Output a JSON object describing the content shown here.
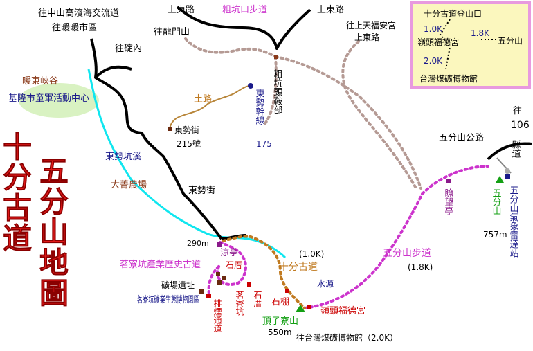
{
  "title": {
    "line1": "十分古道",
    "line2": "五分山地圖"
  },
  "colors": {
    "road": "#000000",
    "stream": "#10e6ef",
    "trail_pink": "#cc33cc",
    "trail_brown": "#c07a20",
    "trail_grey": "#b59a94",
    "park_green": "#d9f2c2",
    "title_red": "#e01818",
    "summit_green": "#14a014",
    "legend_bg": "#fbf7be",
    "legend_border": "#e89adf"
  },
  "labels": {
    "zhongshan_road": "往中山高濱海交流道",
    "nuannuan_district": "往暖暖市區",
    "shangdong_road_1": "上東路",
    "shangdong_road_2": "上東路",
    "zukeng_trail": "粗坑口步道",
    "longmen_mtn": "往龍門山",
    "dingnei": "往碇內",
    "tianfu_temple": "往上天福安宮",
    "tianfu_temple_road": "上東路",
    "nuandong_gorge": "暖東峽谷",
    "youth_center": "基隆市童軍活動中心",
    "zukeng_station": "粗坑頭鞍部",
    "tu_road": "土路",
    "dongshi_trunk": "東勢幹線",
    "dongshi_trunk_no": "175",
    "dongshi_st_215": "東勢街",
    "dongshi_st_215_no": "215號",
    "dongshi_creek": "東勢坑溪",
    "dajing_farm": "大菁農場",
    "dongshi_st": "東勢街",
    "wufen_road": "五分山公路",
    "county_road_prefix": "往",
    "county_road_no": "106",
    "county_road_suffix": "縣道",
    "lookout_pavilion": "瞭望亭",
    "wufen_mtn": "五分山",
    "wufen_mtn_elev": "757m",
    "weather_radar": "五分山氣象雷達站",
    "wufen_trail": "五分山步道",
    "wufen_trail_dist": "(1.8K)",
    "shifen_trail": "十分古道",
    "shifen_trail_dist": "(1.0K)",
    "cool_pavilion": "涼亭",
    "cool_pavilion_elev": "290m",
    "tea_history_trail": "茗寮坑產業歷史古道",
    "stone_house": "石厝",
    "mine_ruins": "礦場遺址",
    "tea_museum": "茗寮坑礦業生態博物園區",
    "chimney_tunnel": "排煙通道",
    "tea_pit": "茗寮坑",
    "stone_house_2": "石厝",
    "water_source": "水源",
    "stone_shed": "石棚",
    "lingtou_temple": "嶺頭福德宮",
    "dingziliao_mtn": "頂子寮山",
    "dingziliao_elev": "550m",
    "coal_museum": "往台灣煤礦博物館（2.0K）"
  },
  "legend": {
    "trailhead": "十分古道登山口",
    "dist_1": "1.0K",
    "dist_2": "1.8K",
    "dist_3": "2.0K",
    "temple": "嶺頭福德宮",
    "mountain": "五分山",
    "museum": "台灣煤礦博物館"
  },
  "summits": [
    {
      "name": "五分山",
      "elevation": "757m"
    },
    {
      "name": "頂子寮山",
      "elevation": "550m"
    }
  ]
}
